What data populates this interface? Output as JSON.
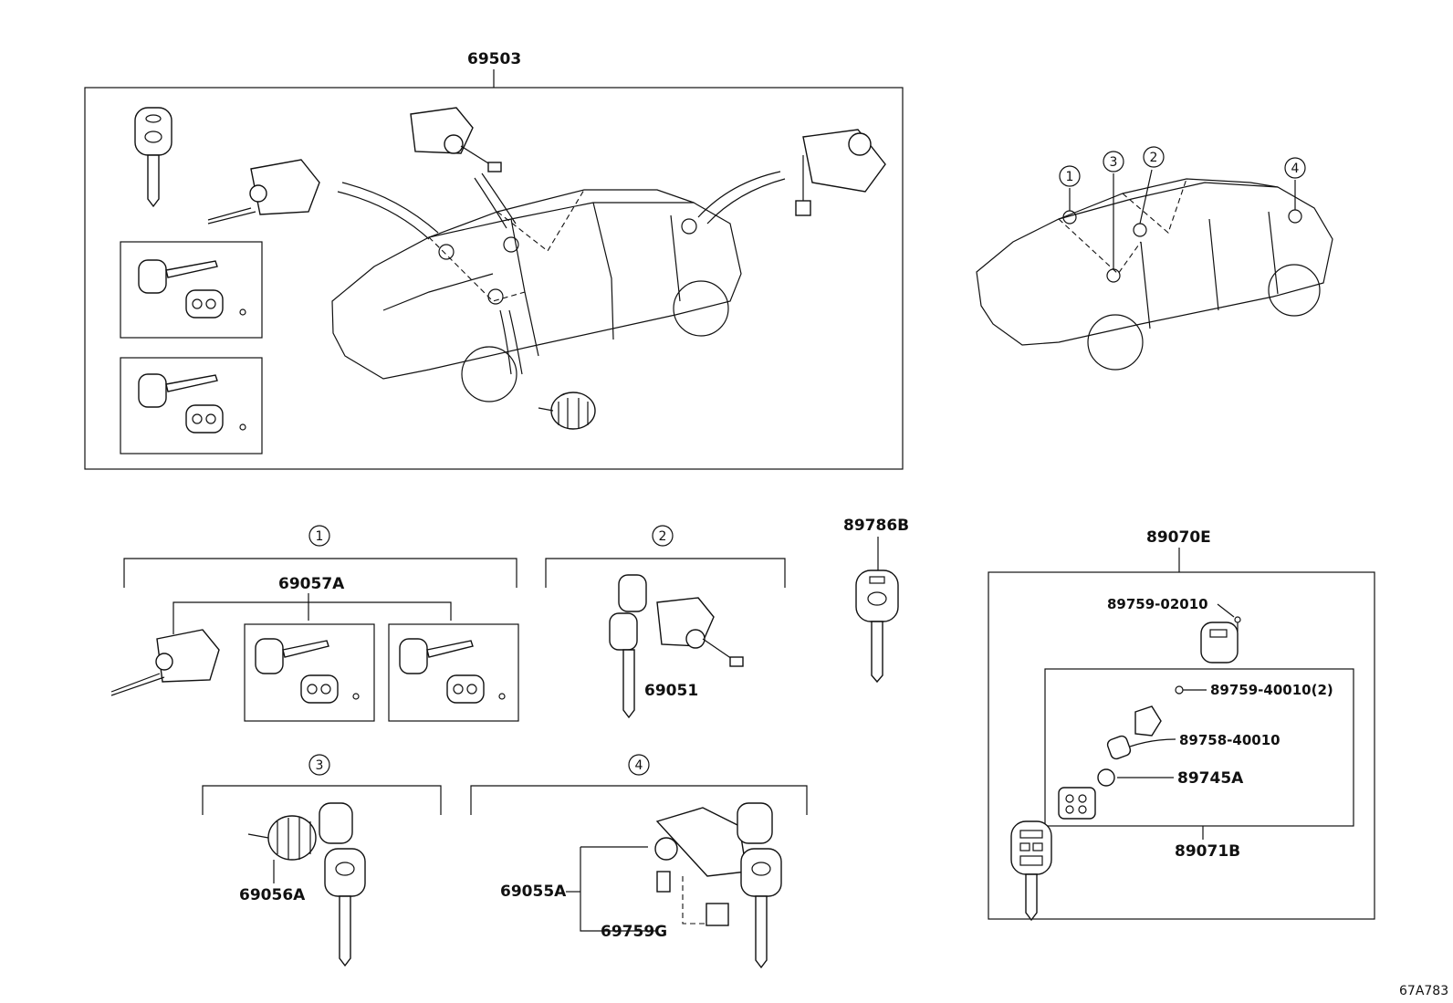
{
  "labels": {
    "assembly_set": "69503",
    "cylinder_ignition": "69057A",
    "cylinder_door": "69051",
    "cylinder_luggage": "69056A",
    "cylinder_trunk": "69055A",
    "cover": "69759G",
    "key_plate": "89786B",
    "transmitter": "89070E",
    "screw": "89759-02010",
    "screw2": "89759-40010(2)",
    "case": "89758-40010",
    "battery": "89745A",
    "transmitter_sub": "89071B",
    "ref_code": "67A783"
  },
  "location_markers": [
    "1",
    "2",
    "3",
    "4"
  ]
}
